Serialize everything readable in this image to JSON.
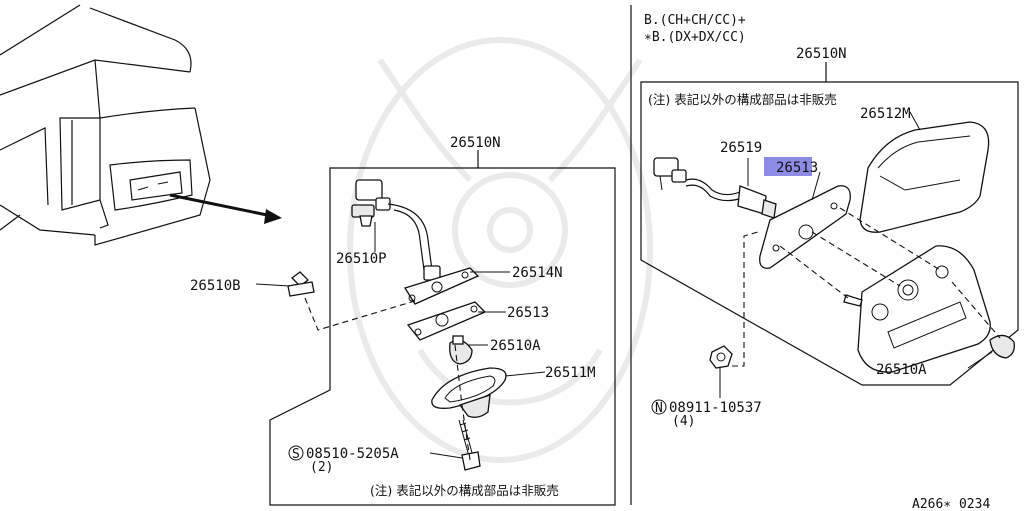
{
  "left_panel": {
    "assembly_label": "26510N",
    "parts": {
      "p26510B": "26510B",
      "p26510P": "26510P",
      "p26514N": "26514N",
      "p26513": "26513",
      "p26510A": "26510A",
      "p26511M": "26511M"
    },
    "screw": {
      "symbol": "S",
      "part": "08510-5205A",
      "qty": "(2)"
    },
    "note": "(注) 表記以外の構成部品は非販売"
  },
  "right_panel": {
    "header_line1": "B.(CH+CH/CC)+",
    "header_line2": "∗B.(DX+DX/CC)",
    "assembly_label": "26510N",
    "note": "(注) 表記以外の構成部品は非販売",
    "parts": {
      "p26512M": "26512M",
      "p26519": "26519",
      "p26513": "26513",
      "p26510A": "26510A"
    },
    "nut": {
      "symbol": "N",
      "part": "08911-10537",
      "qty": "(4)"
    },
    "highlight_color": "#8c8ce6"
  },
  "footer_code": "A266∗ 0234"
}
